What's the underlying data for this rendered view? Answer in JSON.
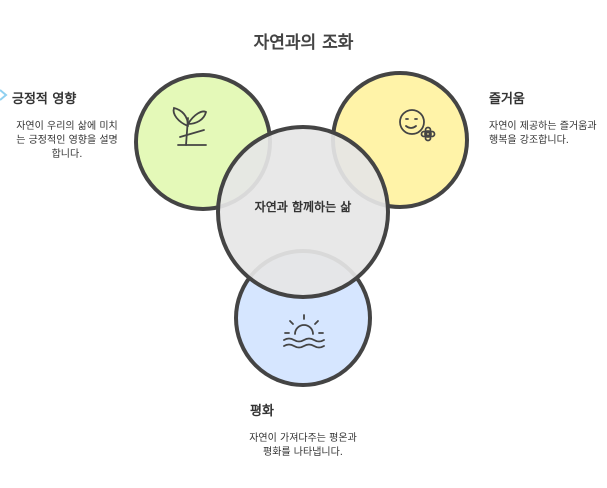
{
  "title": "자연과의 조화",
  "center": {
    "label": "자연과 함께하는 삶"
  },
  "sections": [
    {
      "heading": "긍정적 영향",
      "description": "자연이 우리의 삶에 미치는 긍정적인 영향을 설명합니다.",
      "color": "#e4f9b8",
      "icon": "plant-icon"
    },
    {
      "heading": "즐거움",
      "description": "자연이 제공하는 즐거움과 행복을 강조합니다.",
      "color": "#fff3a8",
      "icon": "smiley-flower-icon"
    },
    {
      "heading": "평화",
      "description": "자연이 가져다주는 평온과 평화를 나타냅니다.",
      "color": "#d6e6ff",
      "icon": "sunset-water-icon"
    }
  ],
  "colors": {
    "stroke": "#444444",
    "center_fill": "#e6e6e6"
  }
}
